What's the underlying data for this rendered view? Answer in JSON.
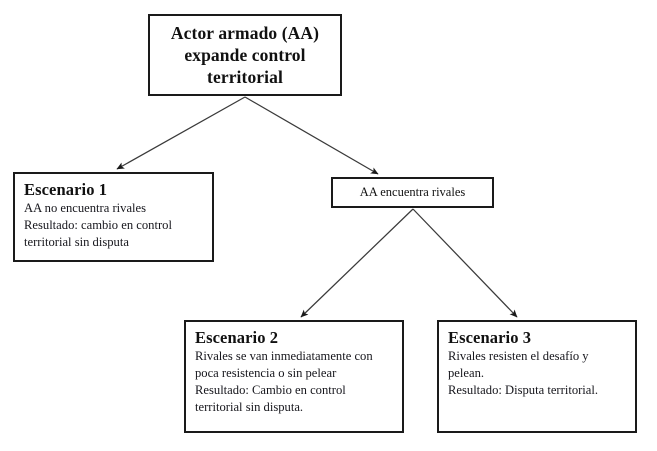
{
  "diagram": {
    "type": "flowchart",
    "title": "Actor armado (AA) expande control territorial",
    "stroke_color": "#1a1a1a",
    "text_color": "#111111",
    "background_color": "#ffffff",
    "nodes": {
      "root": {
        "label": "Actor armado (AA) expande control territorial",
        "lines": [
          "Actor armado (AA)",
          "expande control",
          "territorial"
        ]
      },
      "escenario1": {
        "heading": "Escenario 1",
        "lines": [
          "AA no encuentra rivales",
          "Resultado: cambio en control",
          "territorial sin disputa"
        ]
      },
      "rivales": {
        "label": "AA encuentra rivales"
      },
      "escenario2": {
        "heading": "Escenario 2",
        "lines": [
          "Rivales se van inmediatamente con",
          "poca resistencia o sin pelear",
          "Resultado: Cambio en control",
          "territorial sin disputa."
        ]
      },
      "escenario3": {
        "heading": "Escenario 3",
        "lines": [
          "Rivales resisten el desafío y",
          "pelean.",
          "Resultado: Disputa territorial."
        ]
      }
    },
    "edges": [
      {
        "name": "root-to-escenario1",
        "from": "root",
        "to": "escenario1"
      },
      {
        "name": "root-to-rivales",
        "from": "root",
        "to": "rivales"
      },
      {
        "name": "rivales-to-escenario2",
        "from": "rivales",
        "to": "escenario2"
      },
      {
        "name": "rivales-to-escenario3",
        "from": "rivales",
        "to": "escenario3"
      }
    ]
  }
}
